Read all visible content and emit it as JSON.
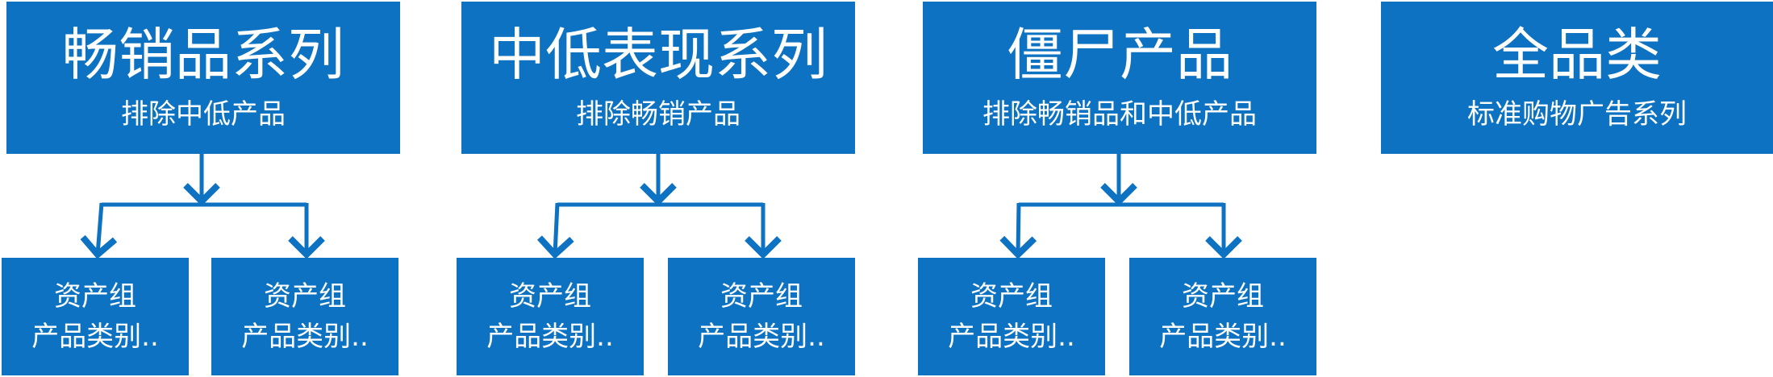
{
  "colors": {
    "box_fill": "#0D72C1",
    "text": "#FFFFFF",
    "connector": "#0D72C1"
  },
  "groups": [
    {
      "title": "畅销品系列",
      "subtitle": "排除中低产品",
      "children": [
        {
          "line1": "资产组",
          "line2": "产品类别.."
        },
        {
          "line1": "资产组",
          "line2": "产品类别.."
        }
      ]
    },
    {
      "title": "中低表现系列",
      "subtitle": "排除畅销产品",
      "children": [
        {
          "line1": "资产组",
          "line2": "产品类别.."
        },
        {
          "line1": "资产组",
          "line2": "产品类别.."
        }
      ]
    },
    {
      "title": "僵尸产品",
      "subtitle": "排除畅销品和中低产品",
      "children": [
        {
          "line1": "资产组",
          "line2": "产品类别.."
        },
        {
          "line1": "资产组",
          "line2": "产品类别.."
        }
      ]
    },
    {
      "title": "全品类",
      "subtitle": "标准购物广告系列",
      "children": []
    }
  ]
}
